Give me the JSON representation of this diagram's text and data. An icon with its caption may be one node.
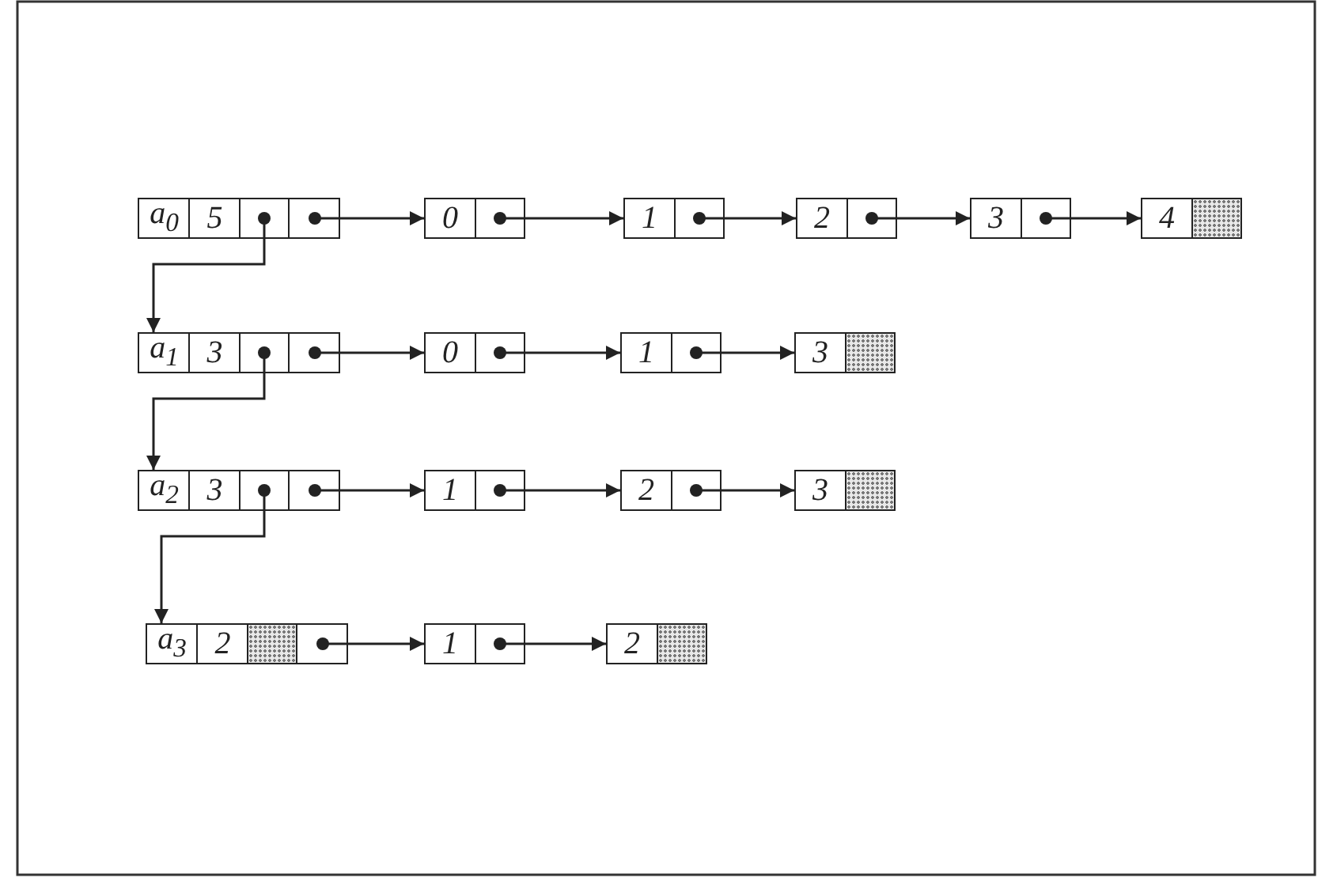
{
  "diagram": {
    "nodes": [
      {
        "text": [
          "a$_{0}$",
          "5"
        ]
      },
      {
        "text": [
          "0"
        ]
      },
      {
        "text": [
          "1"
        ]
      },
      {
        "text": [
          "2"
        ]
      },
      {
        "text": [
          "3"
        ]
      },
      {
        "text": [
          "4"
        ]
      },
      {
        "text": [
          "a$_{1}$",
          "3"
        ]
      },
      {
        "text": [
          "0"
        ]
      },
      {
        "text": [
          "1"
        ]
      },
      {
        "text": [
          "3"
        ]
      },
      {
        "text": [
          "a$_{2}$",
          "3"
        ]
      },
      {
        "text": [
          "1"
        ]
      },
      {
        "text": [
          "2"
        ]
      },
      {
        "text": [
          "3"
        ]
      },
      {
        "text": [
          "a$_{3}$",
          "2"
        ]
      },
      {
        "text": [
          "1"
        ]
      },
      {
        "text": [
          "2"
        ]
      }
    ],
    "edges": [
      {
        "from": 0,
        "to": 1,
        "arrow": "to"
      },
      {
        "from": 1,
        "to": 2,
        "arrow": "to"
      },
      {
        "from": 2,
        "to": 3,
        "arrow": "to"
      },
      {
        "from": 3,
        "to": 4,
        "arrow": "to"
      },
      {
        "from": 4,
        "to": 5,
        "arrow": "to"
      },
      {
        "from": 0,
        "to": 6,
        "arrow": "to"
      },
      {
        "from": 6,
        "to": 7,
        "arrow": "to"
      },
      {
        "from": 7,
        "to": 8,
        "arrow": "to"
      },
      {
        "from": 8,
        "to": 9,
        "arrow": "to"
      },
      {
        "from": 6,
        "to": 10,
        "arrow": "to"
      },
      {
        "from": 10,
        "to": 11,
        "arrow": "to"
      },
      {
        "from": 11,
        "to": 12,
        "arrow": "to"
      },
      {
        "from": 12,
        "to": 13,
        "arrow": "to"
      },
      {
        "from": 10,
        "to": 14,
        "arrow": "to"
      },
      {
        "from": 14,
        "to": 15,
        "arrow": "to"
      },
      {
        "from": 15,
        "to": 16,
        "arrow": "to"
      }
    ]
  }
}
